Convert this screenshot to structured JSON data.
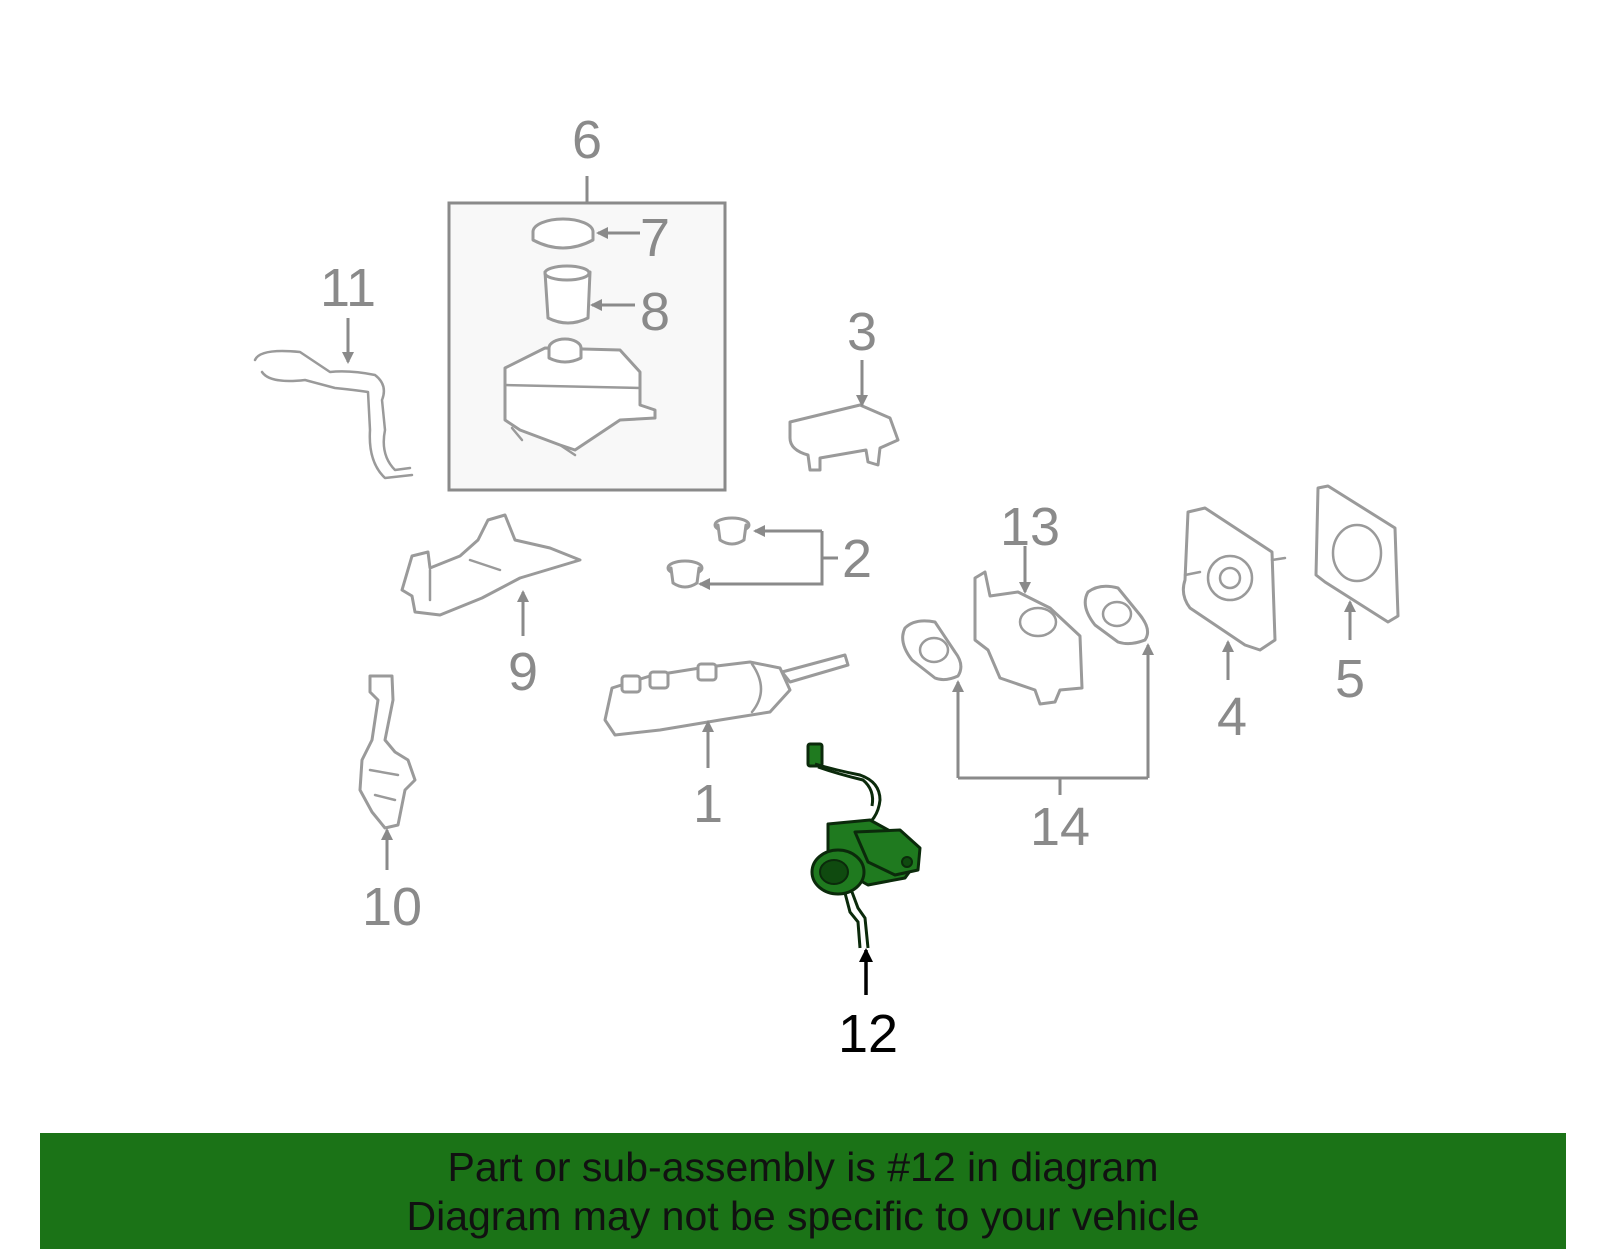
{
  "diagram": {
    "highlight_color": "#1f7a1f",
    "callouts": {
      "c1": "1",
      "c2": "2",
      "c3": "3",
      "c4": "4",
      "c5": "5",
      "c6": "6",
      "c7": "7",
      "c8": "8",
      "c9": "9",
      "c10": "10",
      "c11": "11",
      "c12": "12",
      "c13": "13",
      "c14": "14"
    },
    "highlighted_part": "12"
  },
  "footer": {
    "background": "#1b7317",
    "line1": "Part or sub-assembly is #12 in diagram",
    "line2": "Diagram may not be specific to your vehicle"
  }
}
